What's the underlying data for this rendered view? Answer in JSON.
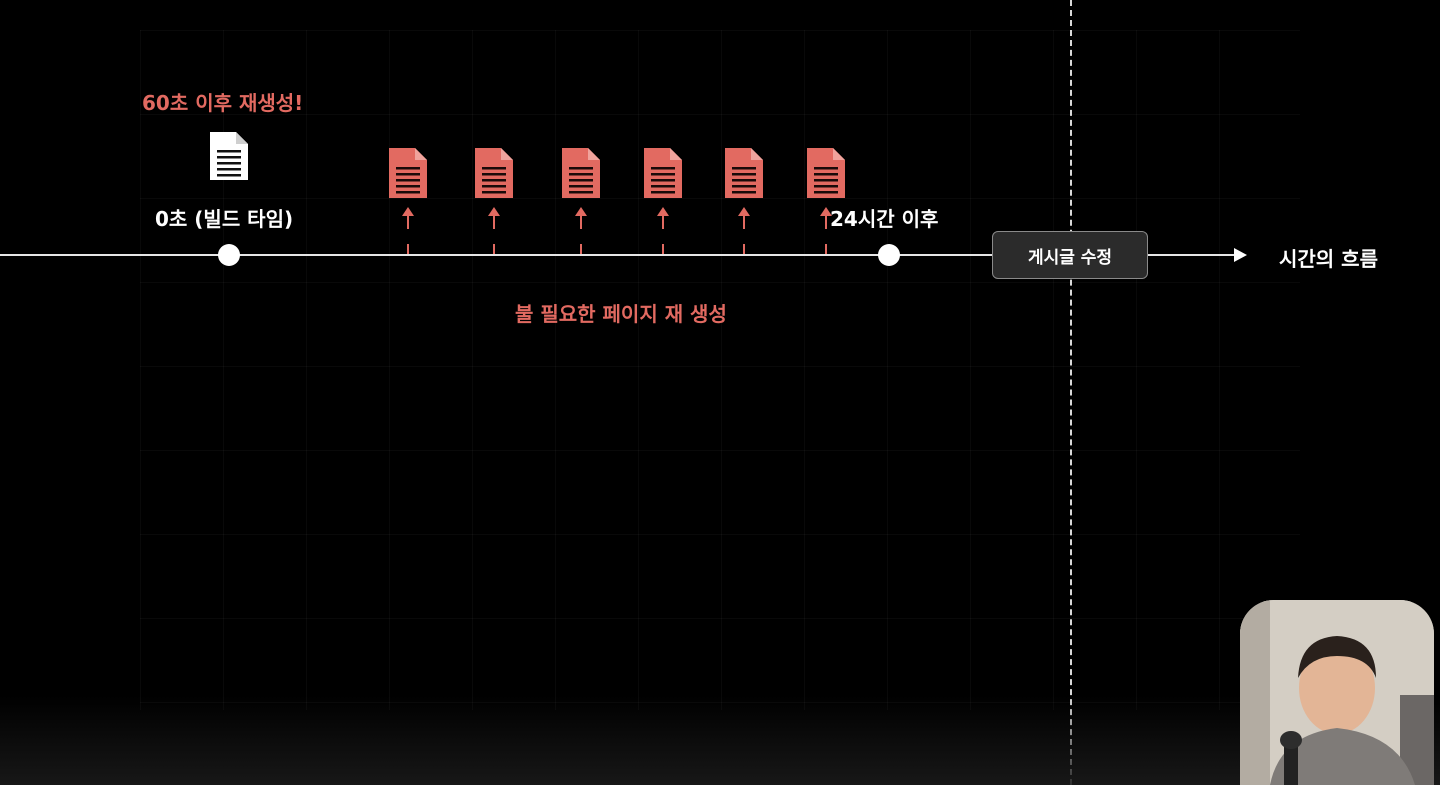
{
  "diagram": {
    "top_caption": "60초 이후 재생성!",
    "start_label": "0초 (빌드 타임)",
    "end_label": "24시간 이후",
    "middle_caption": "불 필요한 페이지 재 생성",
    "edit_button": "게시글 수정",
    "axis_label": "시간의 흐름",
    "regen_doc_count": 6,
    "colors": {
      "accent": "#e26a61",
      "line": "#e6e6e6",
      "background": "#000000"
    }
  }
}
